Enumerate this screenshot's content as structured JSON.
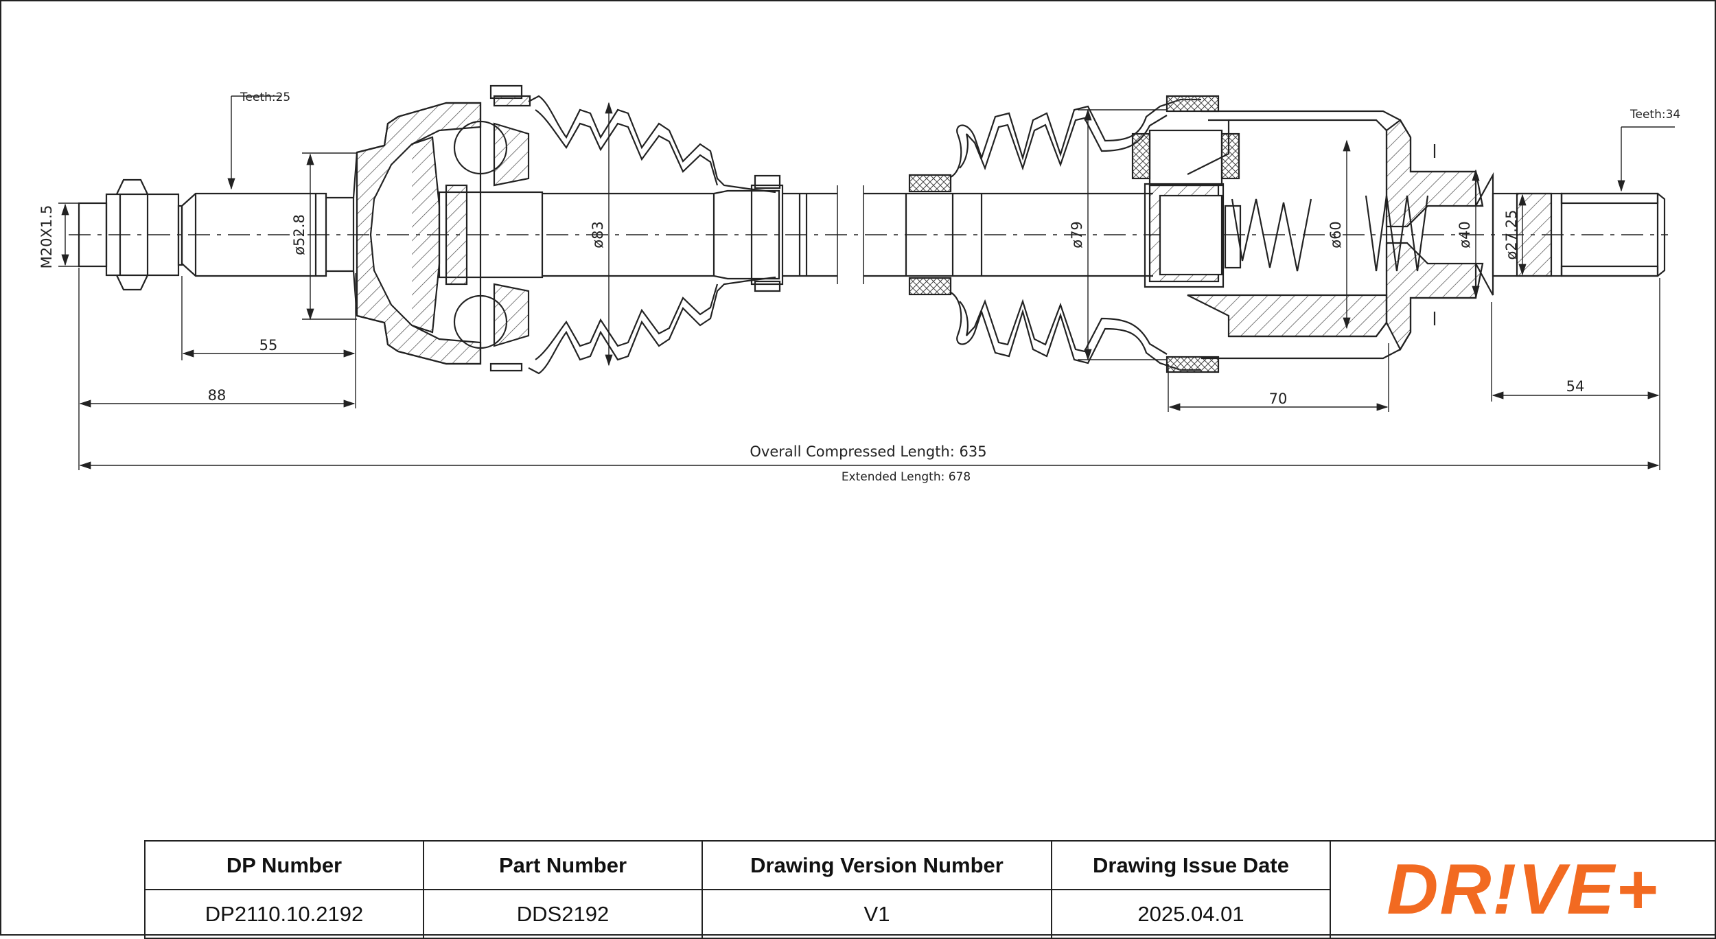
{
  "drawing": {
    "teeth_left": "Teeth:25",
    "teeth_right": "Teeth:34",
    "thread": "M20X1.5",
    "dia_spline_left": "ø52.8",
    "dia_boot_left": "ø83",
    "dia_boot_right": "ø79",
    "dia_housing_inner": "ø60",
    "dia_shaft_right": "ø40",
    "dia_spline_right": "ø27.25",
    "dim_55": "55",
    "dim_88": "88",
    "dim_70": "70",
    "dim_54": "54",
    "overall_length": "Overall  Compressed  Length: 635",
    "extended_length": "Extended  Length: 678"
  },
  "title_block": {
    "headers": {
      "dp_number": "DP Number",
      "part_number": "Part Number",
      "version": "Drawing Version Number",
      "issue_date": "Drawing Issue Date"
    },
    "values": {
      "dp_number": "DP2110.10.2192",
      "part_number": "DDS2192",
      "version": "V1",
      "issue_date": "2025.04.01"
    },
    "logo_text": "DR!VE+"
  },
  "colors": {
    "line": "#222222",
    "logo": "#f26a21"
  }
}
